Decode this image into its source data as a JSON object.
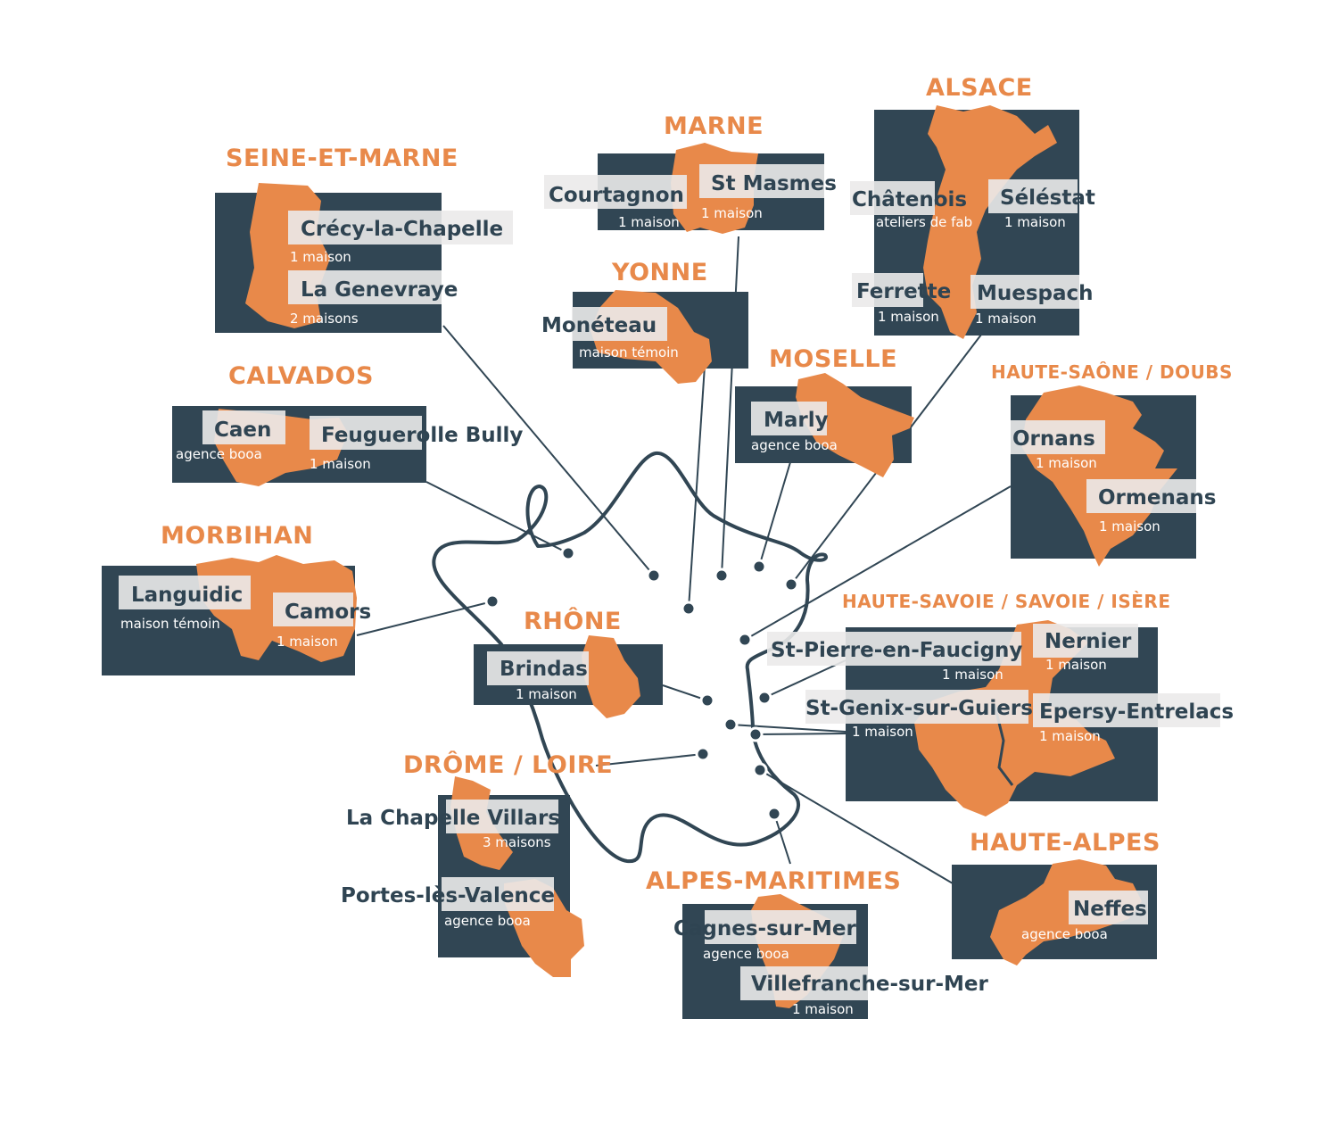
{
  "colors": {
    "panel": "#314654",
    "accent": "#e8894a",
    "label_bg": "#ebeaea",
    "text_dark": "#2f4452"
  },
  "regions": {
    "seine_et_marne": {
      "title": "SEINE-ET-MARNE",
      "cities": [
        {
          "name": "Crécy-la-Chapelle",
          "detail": "1 maison"
        },
        {
          "name": "La Genevraye",
          "detail": "2 maisons"
        }
      ]
    },
    "calvados": {
      "title": "CALVADOS",
      "cities": [
        {
          "name": "Caen",
          "detail": "agence booa"
        },
        {
          "name": "Feuguerolle Bully",
          "detail": "1 maison"
        }
      ]
    },
    "morbihan": {
      "title": "MORBIHAN",
      "cities": [
        {
          "name": "Languidic",
          "detail": "maison témoin"
        },
        {
          "name": "Camors",
          "detail": "1 maison"
        }
      ]
    },
    "marne": {
      "title": "MARNE",
      "cities": [
        {
          "name": "Courtagnon",
          "detail": "1 maison"
        },
        {
          "name": "St Masmes",
          "detail": "1 maison"
        }
      ]
    },
    "yonne": {
      "title": "YONNE",
      "cities": [
        {
          "name": "Monéteau",
          "detail": "maison témoin"
        }
      ]
    },
    "alsace": {
      "title": "ALSACE",
      "cities": [
        {
          "name": "Châtenois",
          "detail": "ateliers de fab"
        },
        {
          "name": "Séléstat",
          "detail": "1 maison"
        },
        {
          "name": "Ferrette",
          "detail": "1 maison"
        },
        {
          "name": "Muespach",
          "detail": "1 maison"
        }
      ]
    },
    "moselle": {
      "title": "MOSELLE",
      "cities": [
        {
          "name": "Marly",
          "detail": "agence booa"
        }
      ]
    },
    "haute_saone_doubs": {
      "title": "HAUTE-SAÔNE / DOUBS",
      "cities": [
        {
          "name": "Ornans",
          "detail": "1 maison"
        },
        {
          "name": "Ormenans",
          "detail": "1 maison"
        }
      ]
    },
    "rhone": {
      "title": "RHÔNE",
      "cities": [
        {
          "name": "Brindas",
          "detail": "1 maison"
        }
      ]
    },
    "haute_savoie": {
      "title": "HAUTE-SAVOIE / SAVOIE / ISÈRE",
      "cities": [
        {
          "name": "St-Pierre-en-Faucigny",
          "detail": "1 maison"
        },
        {
          "name": "Nernier",
          "detail": "1 maison"
        },
        {
          "name": "St-Genix-sur-Guiers",
          "detail": "1 maison"
        },
        {
          "name": "Epersy-Entrelacs",
          "detail": "1 maison"
        }
      ]
    },
    "drome_loire": {
      "title": "DRÔME / LOIRE",
      "cities": [
        {
          "name": "La Chapelle Villars",
          "detail": "3 maisons"
        },
        {
          "name": "Portes-lès-Valence",
          "detail": "agence booa"
        }
      ]
    },
    "alpes_maritimes": {
      "title": "ALPES-MARITIMES",
      "cities": [
        {
          "name": "Cagnes-sur-Mer",
          "detail": "agence booa"
        },
        {
          "name": "Villefranche-sur-Mer",
          "detail": "1 maison"
        }
      ]
    },
    "hautes_alpes": {
      "title": "HAUTE-ALPES",
      "cities": [
        {
          "name": "Neffes",
          "detail": "agence booa"
        }
      ]
    }
  }
}
